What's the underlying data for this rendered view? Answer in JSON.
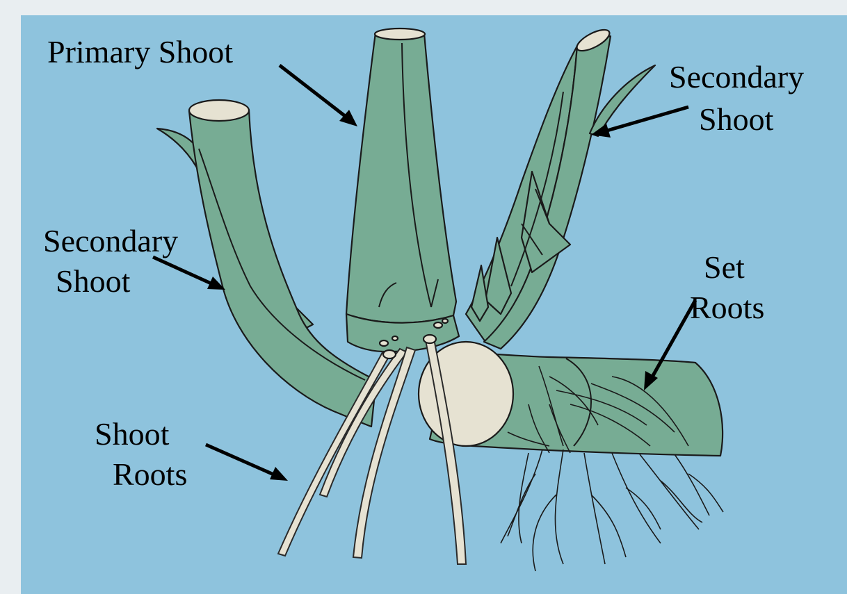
{
  "diagram": {
    "labels": {
      "primary_shoot": "Primary Shoot",
      "secondary_shoot_right_line1": "Secondary",
      "secondary_shoot_right_line2": "Shoot",
      "secondary_shoot_left_line1": "Secondary",
      "secondary_shoot_left_line2": "Shoot",
      "set_roots_line1": "Set",
      "set_roots_line2": "Roots",
      "shoot_roots_line1": "Shoot",
      "shoot_roots_line2": "Roots"
    },
    "colors": {
      "background": "#e9eef1",
      "panel": "#8ec3dd",
      "plant": "#77ac94",
      "cut_surface": "#e6e2d2",
      "outline": "#1a1a1a"
    }
  }
}
